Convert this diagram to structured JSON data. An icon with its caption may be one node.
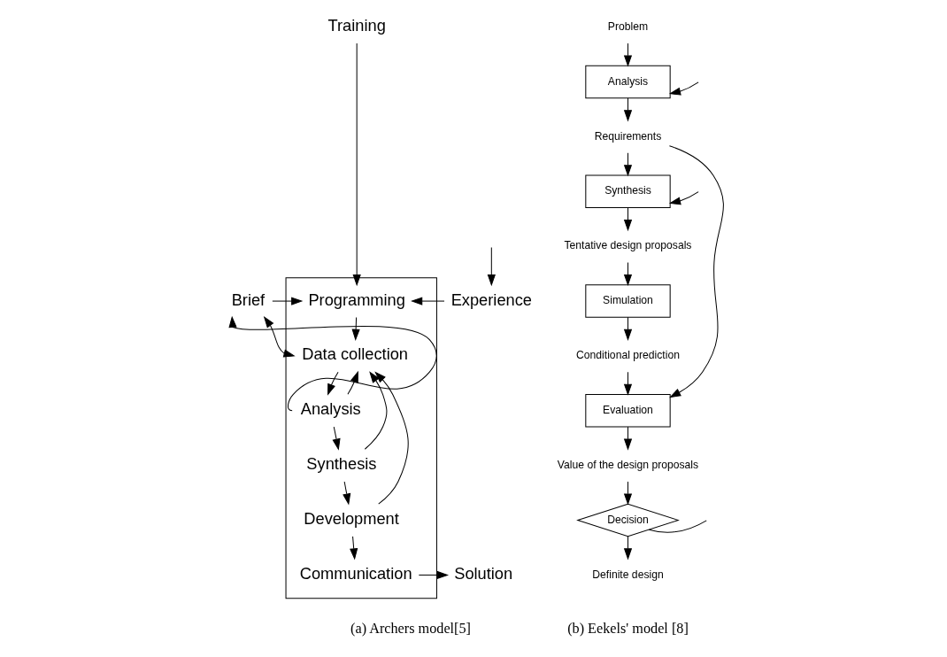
{
  "diagram": {
    "nodes": [
      {
        "text": [
          "Training"
        ]
      },
      {
        "text": [],
        "shape": "box"
      },
      {
        "text": [
          "Programming"
        ],
        "in": 1
      },
      {
        "text": [
          "Data collection"
        ],
        "in": 1
      },
      {
        "text": [
          "Analysis"
        ],
        "in": 1
      },
      {
        "text": [
          "Synthesis"
        ],
        "in": 1
      },
      {
        "text": [
          "Development"
        ],
        "in": 1
      },
      {
        "text": [
          "Communication"
        ],
        "in": 1
      },
      {
        "text": [
          "Brief"
        ]
      },
      {
        "text": [
          "Experience"
        ]
      },
      {
        "text": [
          "Solution"
        ]
      },
      {
        "text": [
          "Problem"
        ]
      },
      {
        "text": [
          "Analysis"
        ]
      },
      {
        "text": [
          "Requirements"
        ]
      },
      {
        "text": [
          "Synthesis"
        ]
      },
      {
        "text": [
          "Tentative design proposals"
        ]
      },
      {
        "text": [
          "Simulation"
        ]
      },
      {
        "text": [
          "Conditional prediction"
        ]
      },
      {
        "text": [
          "Evaluation"
        ]
      },
      {
        "text": [
          "Value of the design proposals"
        ]
      },
      {
        "text": [
          "Decision"
        ]
      },
      {
        "text": [
          "Definite design"
        ]
      }
    ],
    "edges": [
      {
        "from": 0,
        "to": 2,
        "arrow": "to"
      },
      {
        "from": 8,
        "to": 2,
        "arrow": "to"
      },
      {
        "from": 9,
        "to": 2,
        "arrow": "to"
      },
      {
        "from": 2,
        "to": 3,
        "arrow": "to"
      },
      {
        "from": 3,
        "to": 8,
        "arrow": "both"
      },
      {
        "from": 4,
        "to": 8,
        "arrow": "to"
      },
      {
        "from": 3,
        "to": 4,
        "arrow": "to"
      },
      {
        "from": 4,
        "to": 3,
        "arrow": "to"
      },
      {
        "from": 5,
        "to": 3,
        "arrow": "to"
      },
      {
        "from": 6,
        "to": 3,
        "arrow": "to"
      },
      {
        "from": 4,
        "to": 5,
        "arrow": "to"
      },
      {
        "from": 5,
        "to": 6,
        "arrow": "to"
      },
      {
        "from": 6,
        "to": 7,
        "arrow": "to"
      },
      {
        "from": 7,
        "to": 10,
        "arrow": "to"
      },
      {
        "from": null,
        "to": 9,
        "arrow": "to"
      },
      {
        "from": 11,
        "to": 12,
        "arrow": "to"
      },
      {
        "from": 12,
        "to": 13,
        "arrow": "to"
      },
      {
        "from": 13,
        "to": 14,
        "arrow": "to"
      },
      {
        "from": 14,
        "to": 15,
        "arrow": "to"
      },
      {
        "from": 15,
        "to": 16,
        "arrow": "to"
      },
      {
        "from": 16,
        "to": 17,
        "arrow": "to"
      },
      {
        "from": 17,
        "to": 18,
        "arrow": "to"
      },
      {
        "from": 13,
        "to": 18,
        "arrow": "to"
      },
      {
        "from": 18,
        "to": 19,
        "arrow": "to"
      },
      {
        "from": 19,
        "to": 20,
        "arrow": "to"
      },
      {
        "from": 20,
        "to": 21,
        "arrow": "to"
      },
      {
        "from": 20,
        "to": null,
        "arrow": "none"
      },
      {
        "from": null,
        "to": 12,
        "arrow": "to"
      },
      {
        "from": null,
        "to": 14,
        "arrow": "to"
      }
    ],
    "labels": [
      "(a) Archers model[5]",
      "(b) Eekels' model [8]"
    ]
  }
}
